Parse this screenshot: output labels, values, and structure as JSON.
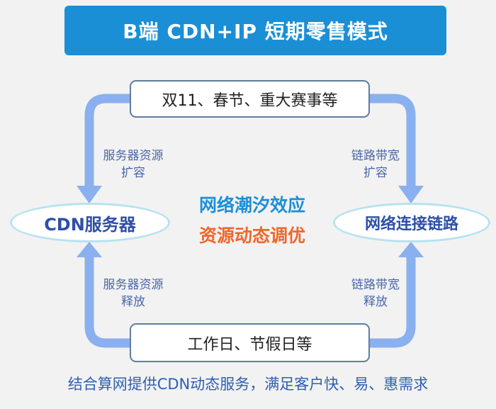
{
  "title": "B端 CDN+IP 短期零售模式",
  "top_box": "双11、春节、重大赛事等",
  "bottom_box": "工作日、节假日等",
  "left_node": "CDN服务器",
  "right_node": "网络连接链路",
  "labels": {
    "left_top": [
      "服务器资源",
      "扩容"
    ],
    "left_bottom": [
      "服务器资源",
      "释放"
    ],
    "right_top": [
      "链路带宽",
      "扩容"
    ],
    "right_bottom": [
      "链路带宽",
      "释放"
    ]
  },
  "center": {
    "line1": "网络潮汐效应",
    "line2": "资源动态调优"
  },
  "footer": "结合算网提供CDN动态服务，满足客户快、易、惠需求",
  "colors": {
    "banner": "#1a8fd6",
    "arrow": "#8ab0ef",
    "center_blue": "#1c8fd8",
    "center_orange": "#f0662b",
    "node_text": "#2f4fa6"
  }
}
